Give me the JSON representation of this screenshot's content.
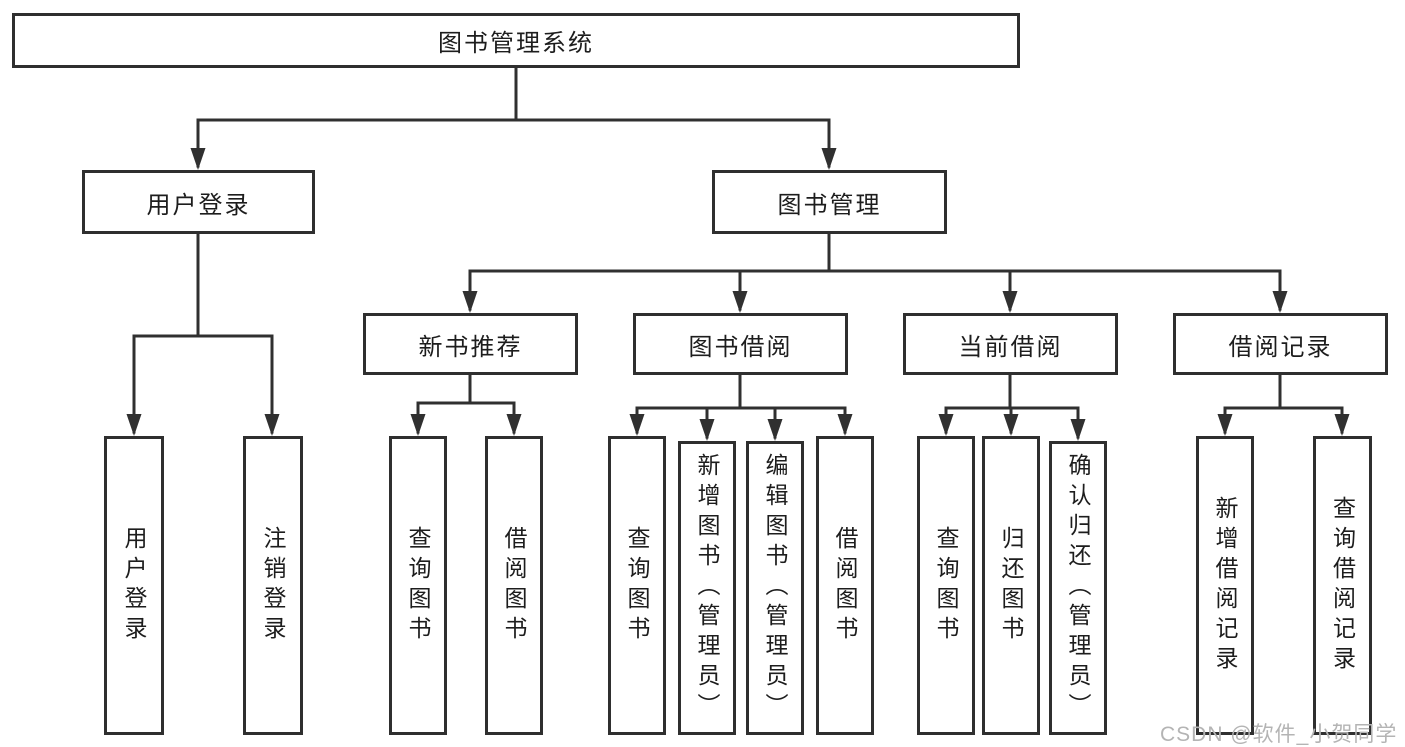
{
  "diagram": {
    "root": {
      "label": "图书管理系统"
    },
    "level2": [
      {
        "label": "用户登录"
      },
      {
        "label": "图书管理"
      }
    ],
    "level3": [
      {
        "label": "新书推荐",
        "parent": "图书管理"
      },
      {
        "label": "图书借阅",
        "parent": "图书管理"
      },
      {
        "label": "当前借阅",
        "parent": "图书管理"
      },
      {
        "label": "借阅记录",
        "parent": "图书管理"
      }
    ],
    "leaves": [
      {
        "label": "用户登录",
        "parent": "用户登录"
      },
      {
        "label": "注销登录",
        "parent": "用户登录"
      },
      {
        "label": "查询图书",
        "parent": "新书推荐"
      },
      {
        "label": "借阅图书",
        "parent": "新书推荐"
      },
      {
        "label": "查询图书",
        "parent": "图书借阅"
      },
      {
        "label": "新增图书（管理员）",
        "parent": "图书借阅"
      },
      {
        "label": "编辑图书（管理员）",
        "parent": "图书借阅"
      },
      {
        "label": "借阅图书",
        "parent": "图书借阅"
      },
      {
        "label": "查询图书",
        "parent": "当前借阅"
      },
      {
        "label": "归还图书",
        "parent": "当前借阅"
      },
      {
        "label": "确认归还（管理员）",
        "parent": "当前借阅"
      },
      {
        "label": "新增借阅记录",
        "parent": "借阅记录"
      },
      {
        "label": "查询借阅记录",
        "parent": "借阅记录"
      }
    ]
  },
  "watermark": {
    "text": "CSDN @软件_小贺同学",
    "color": "#b4b4b4"
  },
  "colors": {
    "line": "#303030",
    "box_border": "#2f2f2f",
    "box_fill": "#ffffff",
    "text": "#1d1d1d",
    "background": "#ffffff"
  }
}
